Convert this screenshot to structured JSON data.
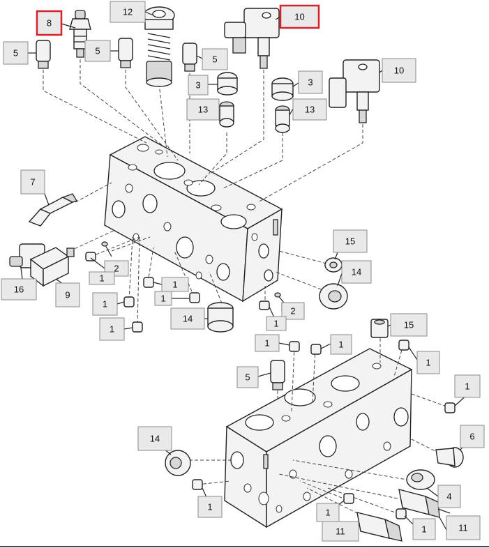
{
  "highlight_color": "#d2232a",
  "callouts": [
    {
      "id": "c8",
      "label": "8",
      "highlighted": true
    },
    {
      "id": "c12",
      "label": "12",
      "highlighted": false
    },
    {
      "id": "c10a",
      "label": "10",
      "highlighted": true
    },
    {
      "id": "c5a",
      "label": "5",
      "highlighted": false
    },
    {
      "id": "c5b",
      "label": "5",
      "highlighted": false
    },
    {
      "id": "c5c",
      "label": "5",
      "highlighted": false
    },
    {
      "id": "c3a",
      "label": "3",
      "highlighted": false
    },
    {
      "id": "c3b",
      "label": "3",
      "highlighted": false
    },
    {
      "id": "c10b",
      "label": "10",
      "highlighted": false
    },
    {
      "id": "c13a",
      "label": "13",
      "highlighted": false
    },
    {
      "id": "c13b",
      "label": "13",
      "highlighted": false
    },
    {
      "id": "c7",
      "label": "7",
      "highlighted": false
    },
    {
      "id": "c15a",
      "label": "15",
      "highlighted": false
    },
    {
      "id": "c14a",
      "label": "14",
      "highlighted": false
    },
    {
      "id": "c2a",
      "label": "2",
      "highlighted": false
    },
    {
      "id": "c1a",
      "label": "1",
      "highlighted": false
    },
    {
      "id": "c16",
      "label": "16",
      "highlighted": false
    },
    {
      "id": "c9",
      "label": "9",
      "highlighted": false
    },
    {
      "id": "c1b",
      "label": "1",
      "highlighted": false
    },
    {
      "id": "c1c",
      "label": "1",
      "highlighted": false
    },
    {
      "id": "c1d",
      "label": "1",
      "highlighted": false
    },
    {
      "id": "c14b",
      "label": "14",
      "highlighted": false
    },
    {
      "id": "c2b",
      "label": "2",
      "highlighted": false
    },
    {
      "id": "c1e",
      "label": "1",
      "highlighted": false
    },
    {
      "id": "c1f",
      "label": "1",
      "highlighted": false
    },
    {
      "id": "c15b",
      "label": "15",
      "highlighted": false
    },
    {
      "id": "c1g",
      "label": "1",
      "highlighted": false
    },
    {
      "id": "c1h",
      "label": "1",
      "highlighted": false
    },
    {
      "id": "c1i",
      "label": "1",
      "highlighted": false
    },
    {
      "id": "c5d",
      "label": "5",
      "highlighted": false
    },
    {
      "id": "c1j",
      "label": "1",
      "highlighted": false
    },
    {
      "id": "c6",
      "label": "6",
      "highlighted": false
    },
    {
      "id": "c14c",
      "label": "14",
      "highlighted": false
    },
    {
      "id": "c4",
      "label": "4",
      "highlighted": false
    },
    {
      "id": "c1k",
      "label": "1",
      "highlighted": false
    },
    {
      "id": "c1l",
      "label": "1",
      "highlighted": false
    },
    {
      "id": "c11a",
      "label": "11",
      "highlighted": false
    },
    {
      "id": "c1m",
      "label": "1",
      "highlighted": false
    },
    {
      "id": "c11b",
      "label": "11",
      "highlighted": false
    }
  ]
}
